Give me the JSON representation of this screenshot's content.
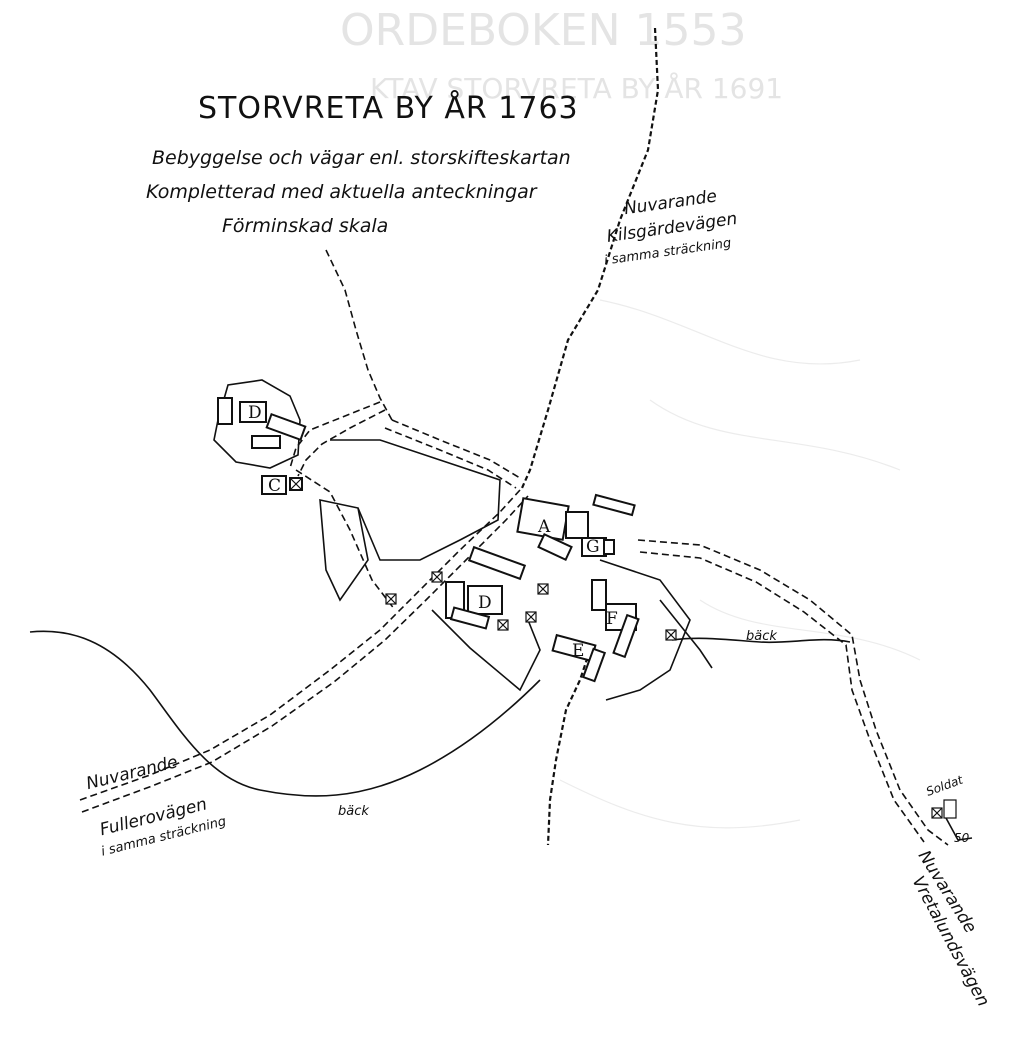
{
  "title": "STORVRETA BY ÅR 1763",
  "subtitle": [
    "Bebyggelse och vägar enl. storskifteskartan",
    "Kompletterad med aktuella anteckningar",
    "Förminskad skala"
  ],
  "background_ghost_text": [
    "ORDEBOKEN 1553",
    "KTAV STORVRETA BY ÅR 1691"
  ],
  "road_labels": {
    "kilsgard": [
      "Nuvarande",
      "Kilsgärdevägen",
      "i samma sträckning"
    ],
    "fullero": [
      "Nuvarande",
      "Fullerovägen",
      "i samma sträckning"
    ],
    "vretalund": [
      "Nuvarande",
      "Vretalundsvägen"
    ]
  },
  "stream_labels": [
    "bäck",
    "bäck"
  ],
  "other_labels": {
    "soldat": "Soldat",
    "number": "50"
  },
  "farm_letters": [
    "D",
    "C",
    "A",
    "G",
    "D",
    "F",
    "E"
  ]
}
